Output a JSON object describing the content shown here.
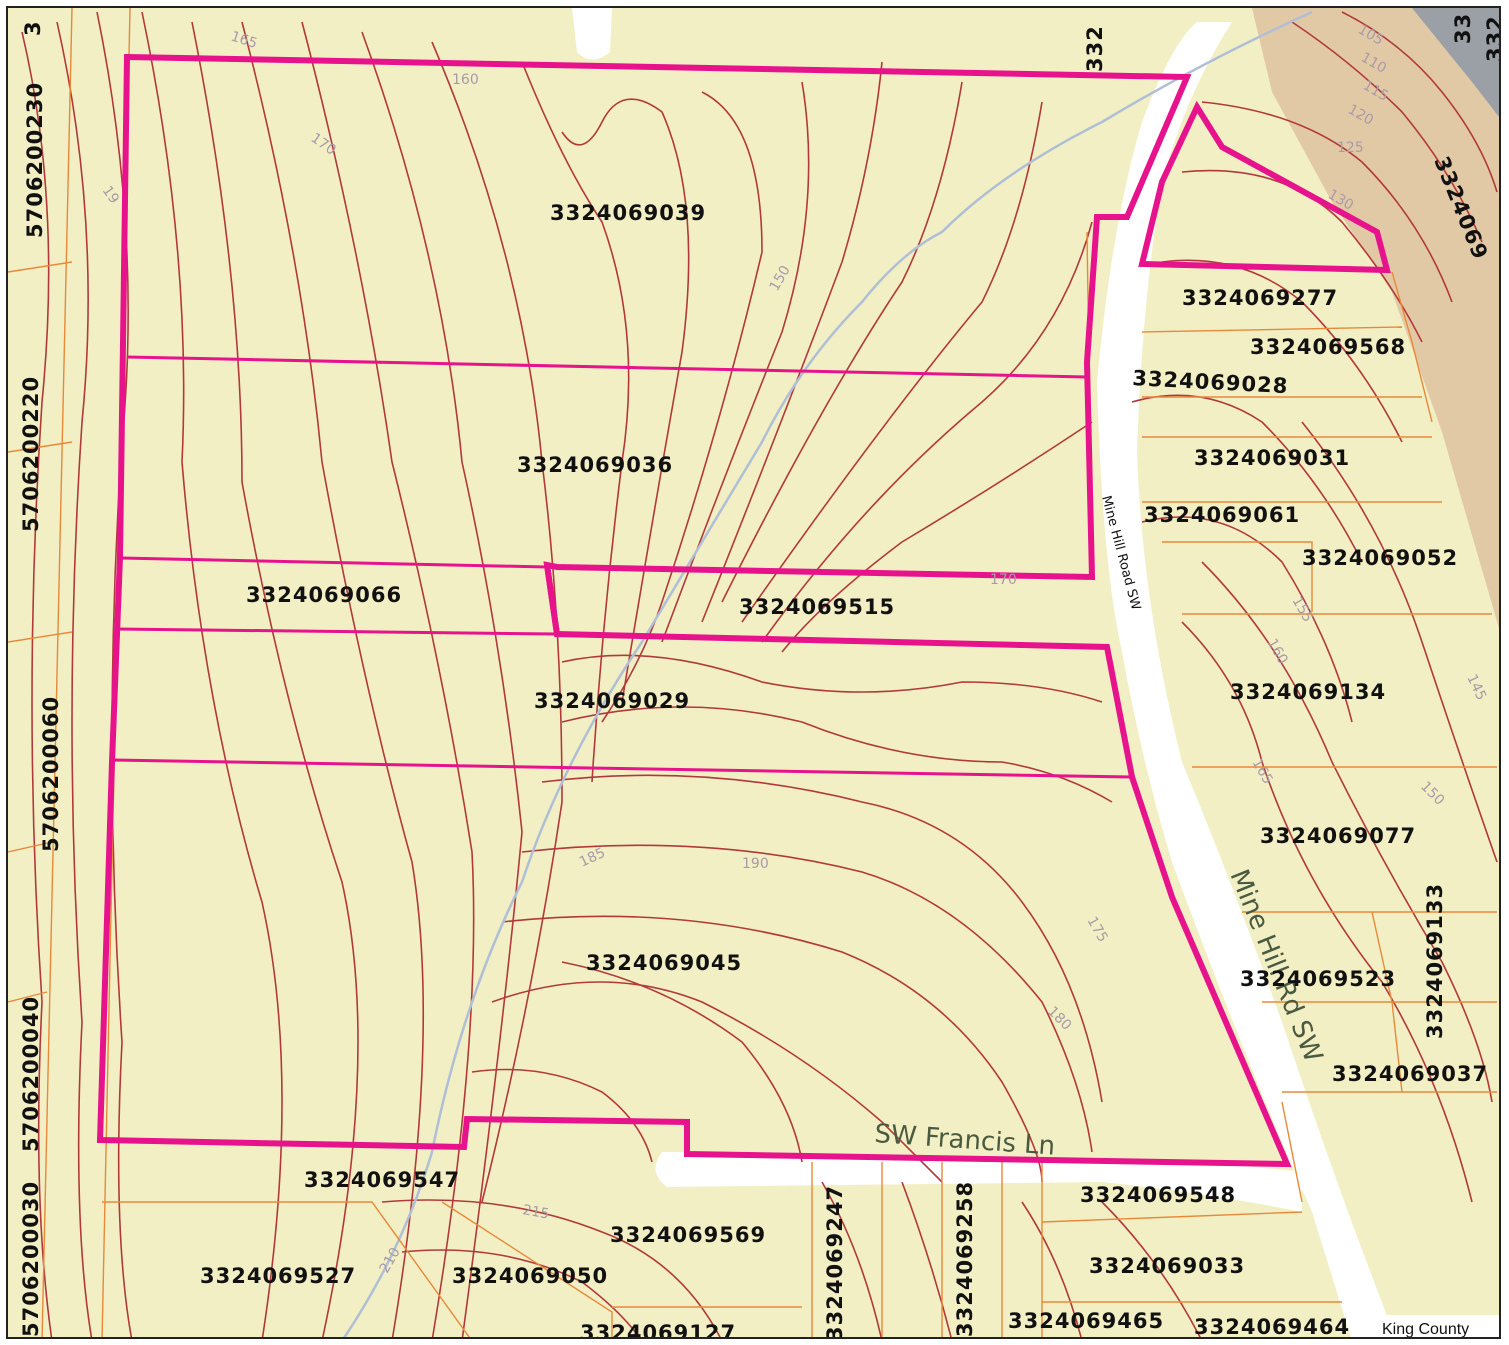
{
  "map": {
    "credit": "King County",
    "colors": {
      "background": "#f2efc4",
      "contour": "#b2393b",
      "parcel_line": "#e8893a",
      "highlight_boundary": "#e7138c",
      "road": "#ffffff",
      "stream": "#aebfd6",
      "railway": "#e2c9a6"
    },
    "roads": [
      {
        "name": "Mine Hill Road SW"
      },
      {
        "name": "Mine Hill Rd SW"
      },
      {
        "name": "SW Francis Ln"
      }
    ],
    "parcels": [
      "3324069039",
      "3324069036",
      "3324069066",
      "3324069515",
      "3324069029",
      "3324069045",
      "3324069547",
      "3324069277",
      "3324069568",
      "3324069028",
      "3324069031",
      "3324069061",
      "3324069052",
      "3324069134",
      "3324069077",
      "3324069133",
      "3324069523",
      "3324069037",
      "3324069548",
      "3324069033",
      "3324069569",
      "3324069247",
      "3324069258",
      "3324069527",
      "3324069050",
      "3324069127",
      "3324069465",
      "3324069464"
    ],
    "left_parcels": [
      "5706200230",
      "5706200220",
      "5706200060",
      "5706200040",
      "5706200030"
    ],
    "partial_labels": [
      "332",
      "332",
      "3324069",
      "33",
      "3"
    ],
    "elevations": [
      "165",
      "160",
      "170",
      "19",
      "150",
      "105",
      "110",
      "115",
      "120",
      "125",
      "130",
      "170",
      "155",
      "160",
      "165",
      "145",
      "150",
      "185",
      "190",
      "175",
      "180",
      "215",
      "210"
    ]
  }
}
